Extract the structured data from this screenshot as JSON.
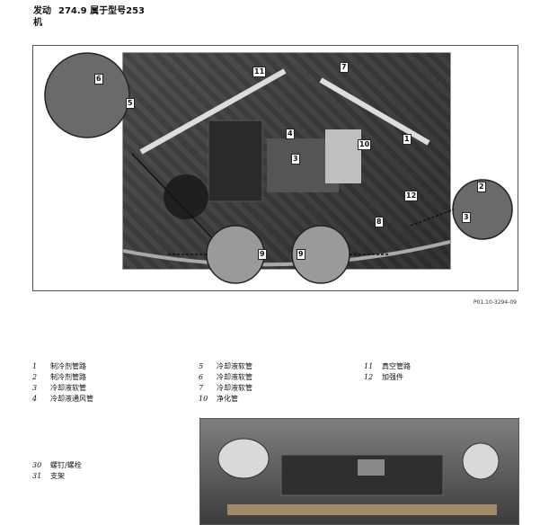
{
  "header": {
    "line1a": "发动",
    "line1b": "274.9 属于型号253",
    "line2": "机"
  },
  "figure1": {
    "code": "P01.10-3294-09",
    "callouts": {
      "c11": "11",
      "c7": "7",
      "c6": "6",
      "c5": "5",
      "c1": "1",
      "c10": "10",
      "c4": "4",
      "c3a": "3",
      "c12": "12",
      "c2": "2",
      "c3b": "3",
      "c8": "8",
      "c9a": "9",
      "c9b": "9"
    }
  },
  "legend1": {
    "col1": [
      {
        "num": "1",
        "text": "制冷剂管路"
      },
      {
        "num": "2",
        "text": "制冷剂管路"
      },
      {
        "num": "3",
        "text": "冷却液软管"
      },
      {
        "num": "4",
        "text": "冷却液通风管"
      }
    ],
    "col2": [
      {
        "num": "5",
        "text": "冷却液软管"
      },
      {
        "num": "6",
        "text": "冷却液软管"
      },
      {
        "num": "7",
        "text": "冷却液软管"
      },
      {
        "num": "10",
        "text": "净化管"
      }
    ],
    "col3": [
      {
        "num": "11",
        "text": "真空管路"
      },
      {
        "num": "12",
        "text": "加强件"
      }
    ]
  },
  "legend2": [
    {
      "num": "30",
      "text": "螺钉/螺栓"
    },
    {
      "num": "31",
      "text": "支架"
    }
  ]
}
